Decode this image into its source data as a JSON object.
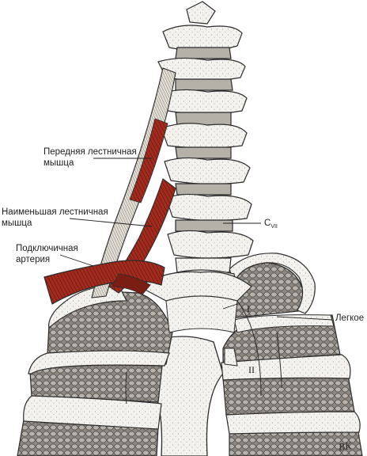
{
  "labels": {
    "anterior_scalene_line1": "Передняя лестничная",
    "anterior_scalene_line2": "мышца",
    "smallest_scalene_line1": "Наименьшая лестничная",
    "smallest_scalene_line2": "мышца",
    "subclavian_line1": "Подключичная",
    "subclavian_line2": "артерия",
    "c7_main": "C",
    "c7_sub": "VII",
    "lung": "Легкое",
    "rib_one": "I",
    "rib_two": "II"
  },
  "signature": "BK",
  "colors": {
    "background": "#ffffff",
    "bone": "#f3f1ec",
    "bone_outline": "#2b2b2b",
    "lung_tissue": "#6e6a66",
    "lung_light": "#a9a49e",
    "muscle_red": "#a32c1f",
    "muscle_dark": "#6f1a12",
    "tendon": "#d9d4cc",
    "leader_line": "#222222"
  }
}
